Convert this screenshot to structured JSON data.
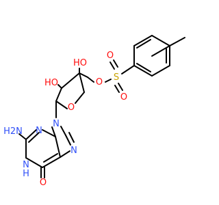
{
  "colors": {
    "bond": "#000000",
    "oxygen": "#ff0d0d",
    "nitrogen": "#3050f8",
    "sulfur": "#c8a200"
  },
  "atoms": {
    "tol_oxygen_top": "O",
    "sulfur": "S",
    "tol_oxygen_bottom": "O",
    "ester_oxygen": "O",
    "ring_oxygen": "O",
    "hydroxyl_upper": "HO",
    "hydroxyl_lower": "HO",
    "amine": "H2N",
    "n3": "N",
    "n9": "N",
    "n7": "N",
    "n1": "N",
    "n1_h": "H",
    "carbonyl_oxygen": "O"
  }
}
